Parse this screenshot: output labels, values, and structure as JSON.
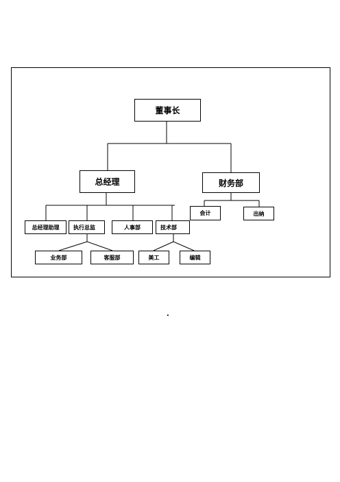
{
  "org": {
    "chairman": "董事长",
    "general_manager": "总经理",
    "finance": "财务部",
    "gm_assistant": "总经理助理",
    "exec_director": "执行总监",
    "hr": "人事部",
    "tech": "技术部",
    "accounting": "会计",
    "cashier": "出纳",
    "business": "业务部",
    "customer_service": "客服部",
    "art": "美工",
    "editing": "编辑"
  },
  "footer": {
    "mark": "."
  }
}
